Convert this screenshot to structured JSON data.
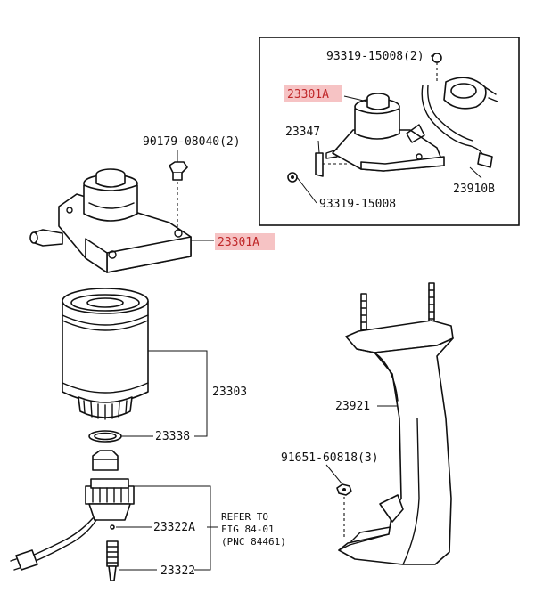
{
  "labels": {
    "inset_bolt_top": "93319-15008(2)",
    "inset_pump": "23301A",
    "inset_bracket": "23347",
    "inset_harness": "23910B",
    "inset_bolt_bottom": "93319-15008",
    "bolt_main": "90179-08040(2)",
    "pump_main": "23301A",
    "filter": "23303",
    "gasket": "23338",
    "bracket_main": "23921",
    "nut": "91651-60818(3)",
    "sensor_a": "23322A",
    "sensor": "23322",
    "refer_line1": "REFER TO",
    "refer_line2": "FIG 84-01",
    "refer_line3": "(PNC 84461)"
  },
  "colors": {
    "highlight": "#f6c3c4",
    "highlight_text": "#c0282a",
    "line": "#111111"
  }
}
